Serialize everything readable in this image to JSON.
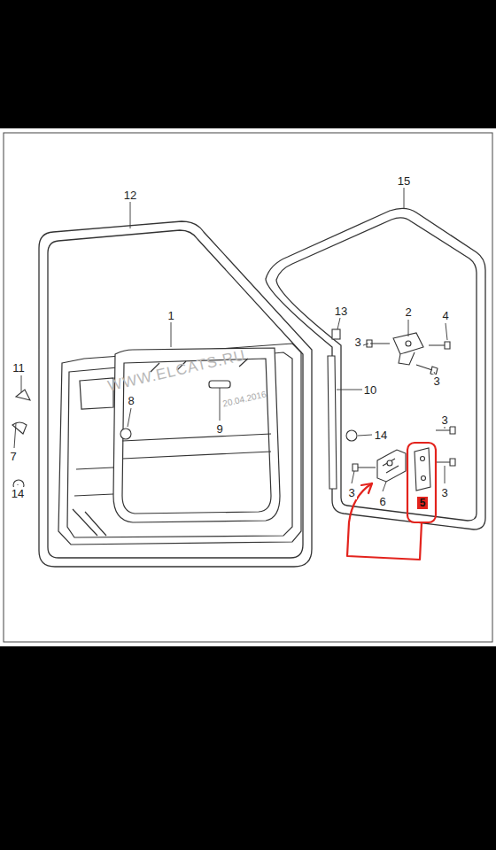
{
  "diagram": {
    "labels": [
      "12",
      "15",
      "1",
      "13",
      "2",
      "4",
      "3",
      "3",
      "11",
      "8",
      "9",
      "20.04.2016",
      "10",
      "3",
      "14",
      "7",
      "3",
      "6",
      "5",
      "3",
      "14",
      "WWW.ELCATS.RU"
    ]
  }
}
